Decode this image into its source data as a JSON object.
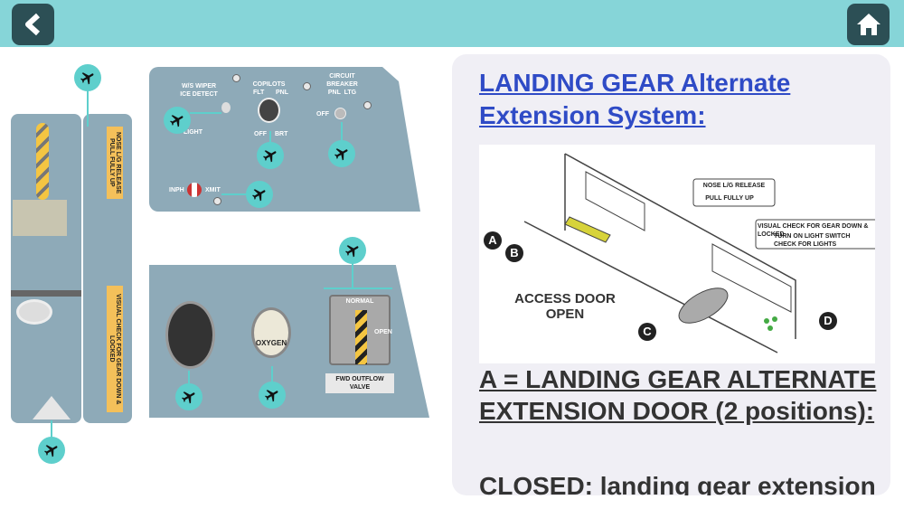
{
  "nav": {
    "back_icon": "chevron-left-icon",
    "home_icon": "home-icon"
  },
  "panels": {
    "upper": {
      "ws_wiper": "W/S WIPER",
      "ice_detect": "ICE DETECT",
      "light": "LIGHT",
      "copilots": "COPILOTS",
      "flt": "FLT",
      "pnl": "PNL",
      "off": "OFF",
      "brt": "BRT",
      "circuit": "CIRCUIT",
      "breaker": "BREAKER",
      "pnl_ltg": "PNL  LTG",
      "cb_off": "OFF",
      "inph": "INPH",
      "xmit": "XMIT"
    },
    "lower": {
      "oxygen": "OXYGEN",
      "normal": "NORMAL",
      "open": "OPEN",
      "fwd_outflow": "FWD OUTFLOW VALVE"
    },
    "side": {
      "nose_release": "NOSE L/G RELEASE PULL FULLY UP",
      "visual_check": "VISUAL CHECK FOR GEAR DOWN & LOCKED"
    }
  },
  "content": {
    "title": "LANDING GEAR Alternate Extension System:",
    "diagram": {
      "nose_lg_release": "NOSE L/G RELEASE",
      "pull_fully_up": "PULL FULLY UP",
      "visual_check": "VISUAL CHECK FOR GEAR DOWN & LOCKED",
      "turn_on": "TURN ON LIGHT SWITCH",
      "check_lights": "CHECK FOR LIGHTS",
      "access_door": "ACCESS DOOR",
      "open": "OPEN",
      "a": "A",
      "b": "B",
      "c": "C",
      "d": "D"
    },
    "heading": "A = LANDING GEAR ALTERNATE EXTENSION DOOR (2 positions):",
    "paragraph": "CLOSED: landing gear extension"
  },
  "colors": {
    "topbar": "#86d5d8",
    "nav": "#2c4f55",
    "marker": "#5ecfcc",
    "panel": "#8eaab8",
    "title": "#2f4bc6"
  }
}
